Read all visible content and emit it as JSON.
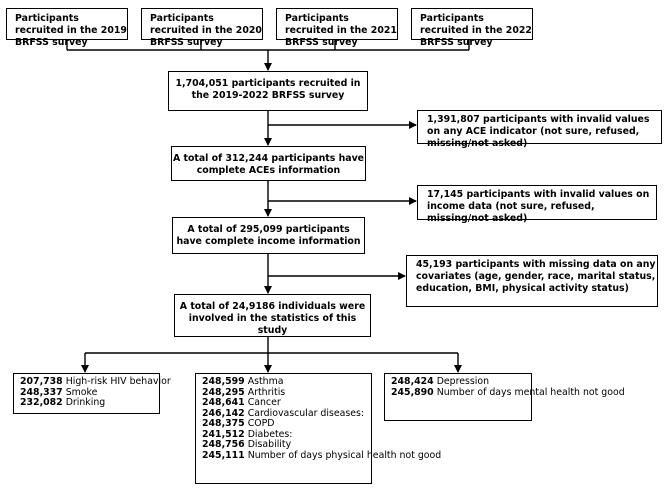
{
  "recruit": [
    "Participants recruited in the 2019 BRFSS survey",
    "Participants recruited in the 2020 BRFSS survey",
    "Participants recruited in the 2021 BRFSS survey",
    "Participants recruited in the 2022 BRFSS survey"
  ],
  "total_recruited": "1,704,051 participants recruited in the 2019-2022 BRFSS survey",
  "excl_ace": "1,391,807 participants with invalid values on any ACE indicator (not sure, refused, missing/not asked)",
  "aces_complete": "A total of 312,244 participants have complete ACEs information",
  "excl_income": "17,145 participants with invalid values on income data (not sure, refused, missing/not asked)",
  "income_complete": "A total of 295,099 participants have complete income information",
  "excl_cov": "45,193 participants with missing data on any covariates (age, gender, race, marital status, education, BMI, physical activity status)",
  "final": "A total of 24,9186 individuals were involved in the statistics of this study",
  "outcomes_left": [
    {
      "value": "207,738",
      "label": "High-risk HIV behavior"
    },
    {
      "value": "248,337",
      "label": "Smoke"
    },
    {
      "value": "232,082",
      "label": "Drinking"
    }
  ],
  "outcomes_mid": [
    {
      "value": "248,599",
      "label": "Asthma"
    },
    {
      "value": "248,295",
      "label": "Arthritis"
    },
    {
      "value": "248,641",
      "label": "Cancer"
    },
    {
      "value": "246,142",
      "label": "Cardiovascular diseases:"
    },
    {
      "value": "248,375",
      "label": "COPD"
    },
    {
      "value": "241,512",
      "label": "Diabetes:"
    },
    {
      "value": "248,756",
      "label": "Disability"
    },
    {
      "value": "245,111",
      "label": "Number of days physical health not good"
    }
  ],
  "outcomes_right": [
    {
      "value": "248,424",
      "label": "Depression"
    },
    {
      "value": "245,890",
      "label": "Number of days mental health not good"
    }
  ]
}
